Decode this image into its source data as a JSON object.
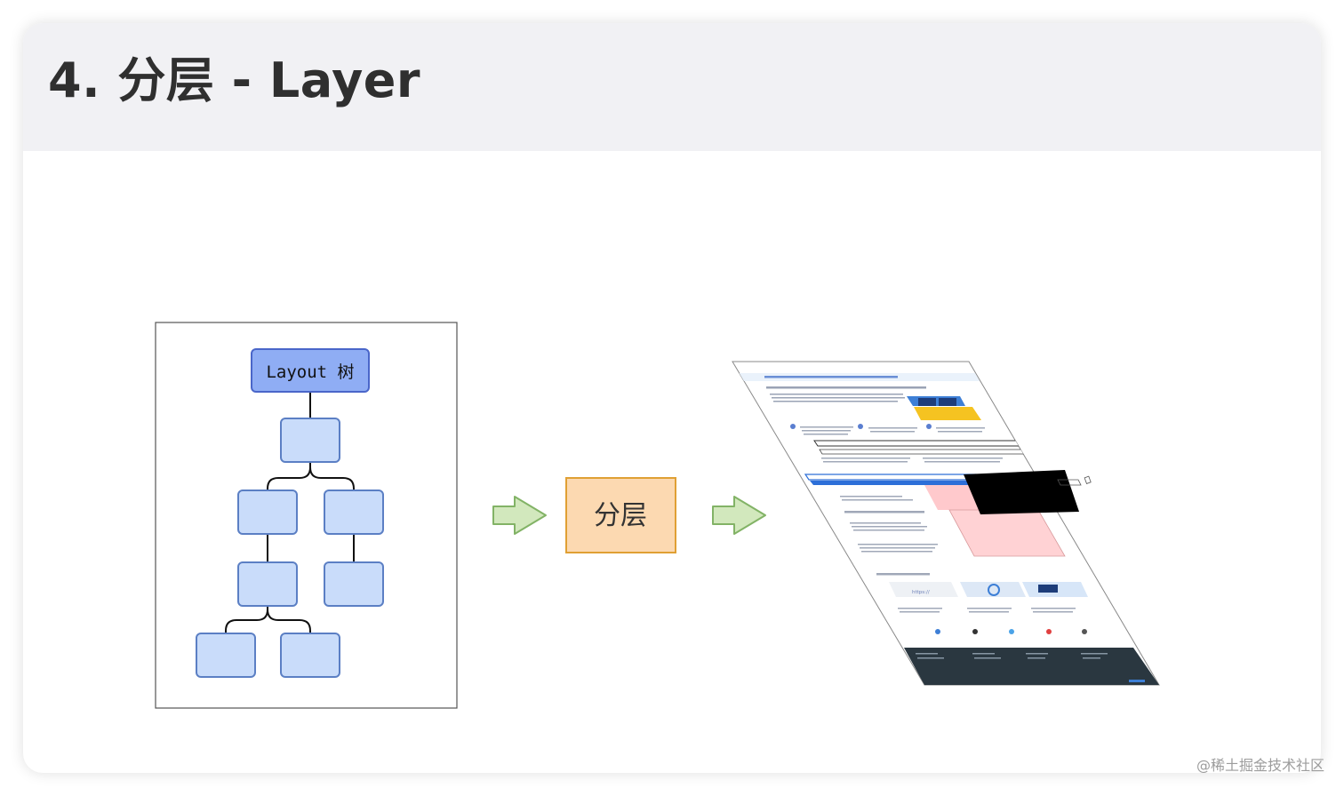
{
  "slide": {
    "title": "4. 分层 - Layer"
  },
  "diagram": {
    "tree_root_label": "Layout 树",
    "process_label": "分层",
    "layer_page": {
      "https_text": "https://"
    }
  },
  "colors": {
    "root_fill": "#8fadf4",
    "root_border": "#4a66c9",
    "node_fill": "#c9dcfa",
    "node_border": "#5b7fc4",
    "process_fill": "#fcd9b1",
    "process_border": "#e0a034",
    "arrow_fill": "#d2e8bd",
    "arrow_border": "#82b366",
    "layer_pink": "#ffc9cc",
    "layer_black": "#000000",
    "layer_blue": "#2d6fd8",
    "footer_dark": "#2a3740"
  },
  "watermark": "@稀土掘金技术社区"
}
